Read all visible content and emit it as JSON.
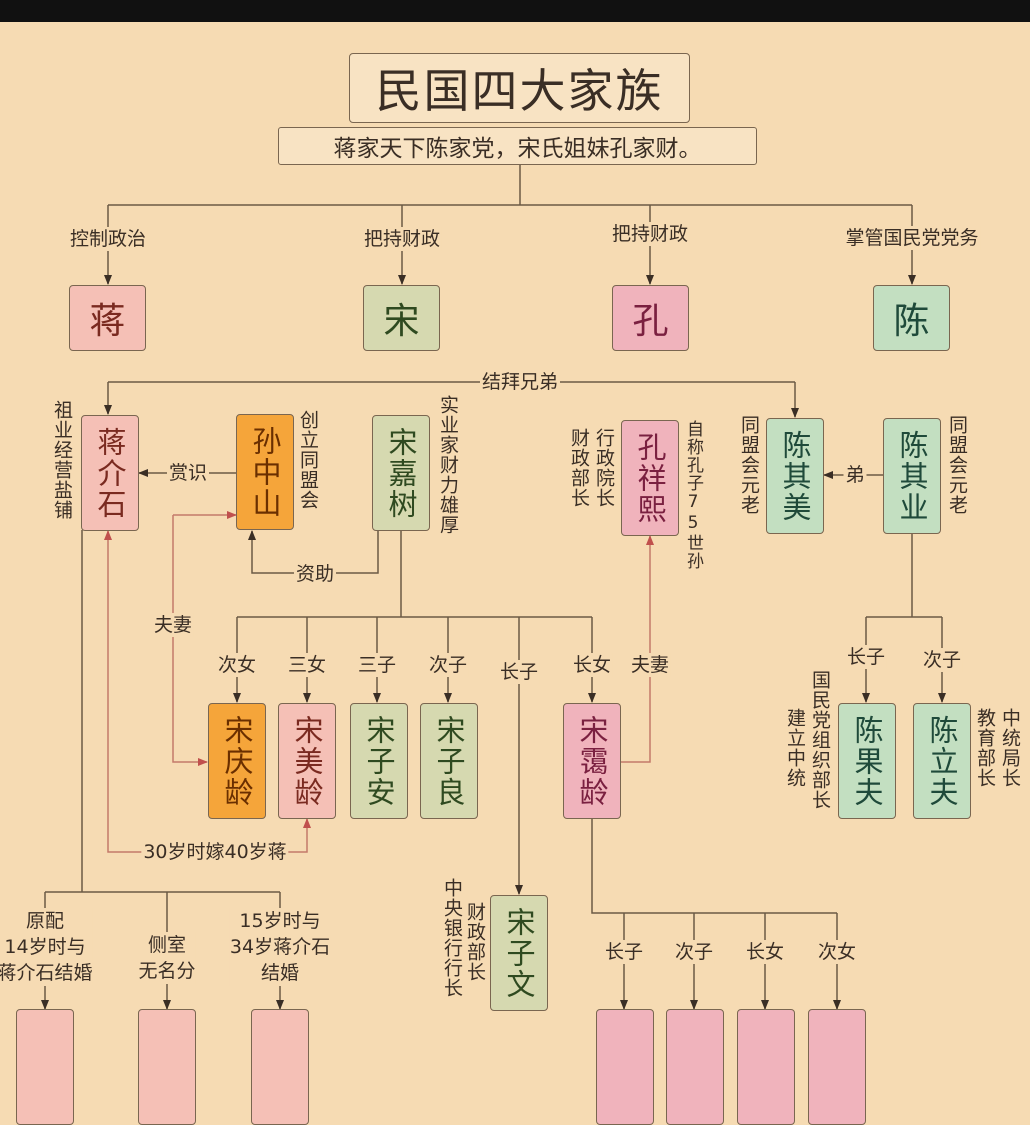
{
  "title": "民国四大家族",
  "subtitle": "蒋家天下陈家党，宋氏姐妹孔家财。",
  "families": [
    {
      "name": "蒋",
      "role": "控制政治"
    },
    {
      "name": "宋",
      "role": "把持财政"
    },
    {
      "name": "孔",
      "role": "把持财政"
    },
    {
      "name": "陈",
      "role": "掌管国民党党务"
    }
  ],
  "relations": {
    "sworn_brothers": "结拜兄弟",
    "appreciation": "赏识",
    "funding": "资助",
    "couple_left": "夫妻",
    "couple_right": "夫妻",
    "marriage_note": "30岁时嫁40岁蒋",
    "younger_brother": "弟"
  },
  "people": {
    "jiang_jieshi": {
      "name": "蒋介石",
      "note": "祖业经营盐铺"
    },
    "sun_zhongshan": {
      "name": "孙中山",
      "note": "创立同盟会"
    },
    "song_jiashu": {
      "name": "宋嘉树",
      "note": "实业家财力雄厚"
    },
    "kong_xiangxi": {
      "name": "孔祥熙",
      "note_a": "行政院长",
      "note_b": "财政部长",
      "note_c": "自称孔子75世孙"
    },
    "chen_qimei": {
      "name": "陈其美",
      "note": "同盟会元老"
    },
    "chen_qiye": {
      "name": "陈其业",
      "note": "同盟会元老"
    },
    "song_qingling": {
      "name": "宋庆龄",
      "rank": "次女"
    },
    "song_meiling": {
      "name": "宋美龄",
      "rank": "三女"
    },
    "song_zian": {
      "name": "宋子安",
      "rank": "三子"
    },
    "song_ziliang": {
      "name": "宋子良",
      "rank": "次子"
    },
    "song_ziwen": {
      "name": "宋子文",
      "rank": "长子",
      "note_a": "财政部长",
      "note_b": "中央银行行长"
    },
    "song_ailing": {
      "name": "宋霭龄",
      "rank": "长女"
    },
    "chen_guofu": {
      "name": "陈果夫",
      "rank": "长子",
      "note_a": "国民党组织部长",
      "note_b": "建立中统"
    },
    "chen_lifu": {
      "name": "陈立夫",
      "rank": "次子",
      "note_a": "教育部长",
      "note_b": "中统局长"
    }
  },
  "jiang_wives": [
    {
      "label": "原配\n14岁时与\n蒋介石结婚"
    },
    {
      "label": "侧室\n无名分"
    },
    {
      "label": "15岁时与\n34岁蒋介石\n结婚"
    }
  ],
  "ailing_children": [
    "长子",
    "次子",
    "长女",
    "次女"
  ],
  "colors": {
    "background": "#f6dbb3",
    "line": "#6b5a45",
    "red_link": "#c0504d",
    "orange": "#f5a53a",
    "pink": "#f5c0b6",
    "green": "#c3dfc1",
    "khaki": "#d6d9b0"
  }
}
